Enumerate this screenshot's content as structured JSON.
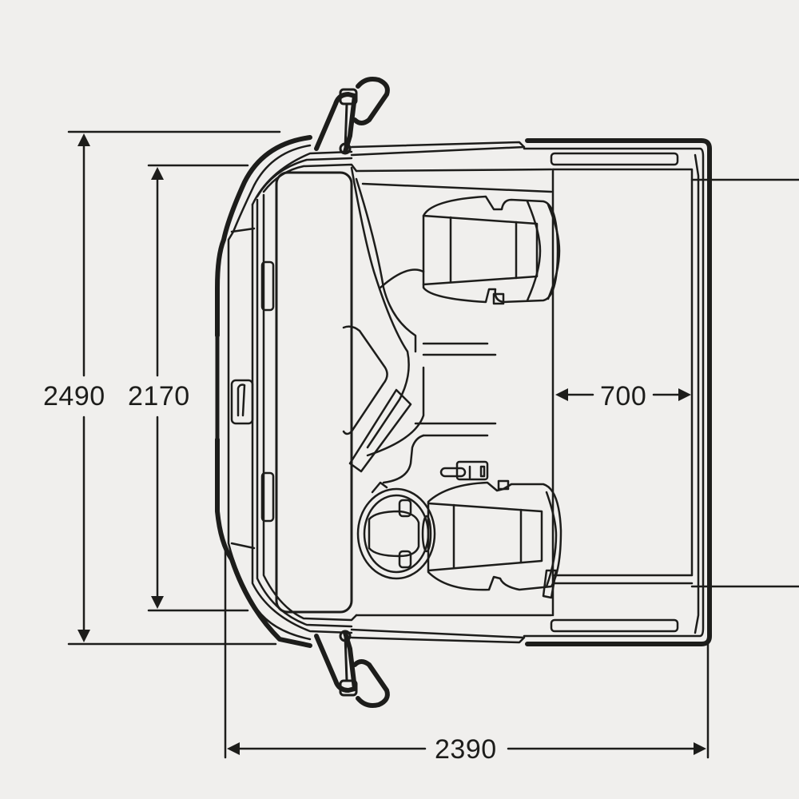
{
  "figure": {
    "subject": "Truck cab top view with dimensions",
    "colors": {
      "background": "#f0efed",
      "line": "#1d1d1b"
    }
  },
  "dimensions": {
    "overall_width_with_mirrors": {
      "label": "2490",
      "orientation": "vertical"
    },
    "cab_width": {
      "label": "2170",
      "orientation": "vertical"
    },
    "bunk_depth": {
      "label": "700",
      "orientation": "horizontal"
    },
    "cab_length": {
      "label": "2390",
      "orientation": "horizontal"
    }
  }
}
